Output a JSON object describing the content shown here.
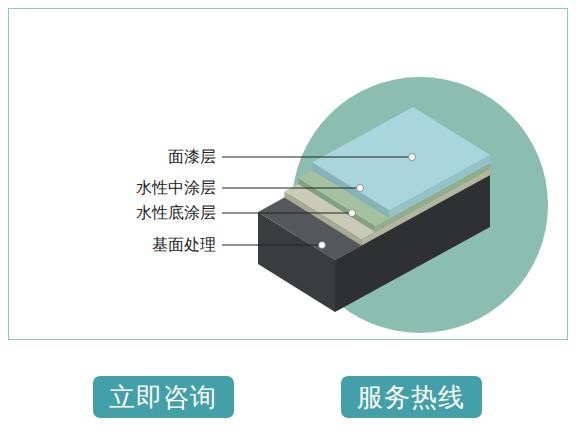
{
  "diagram": {
    "nodes": [
      {
        "text": [
          "立即咨询"
        ]
      },
      {
        "text": [
          "服务热线"
        ]
      }
    ],
    "labels": [
      "面漆层",
      "水性中涂层",
      "水性底涂层",
      "基面处理"
    ]
  }
}
